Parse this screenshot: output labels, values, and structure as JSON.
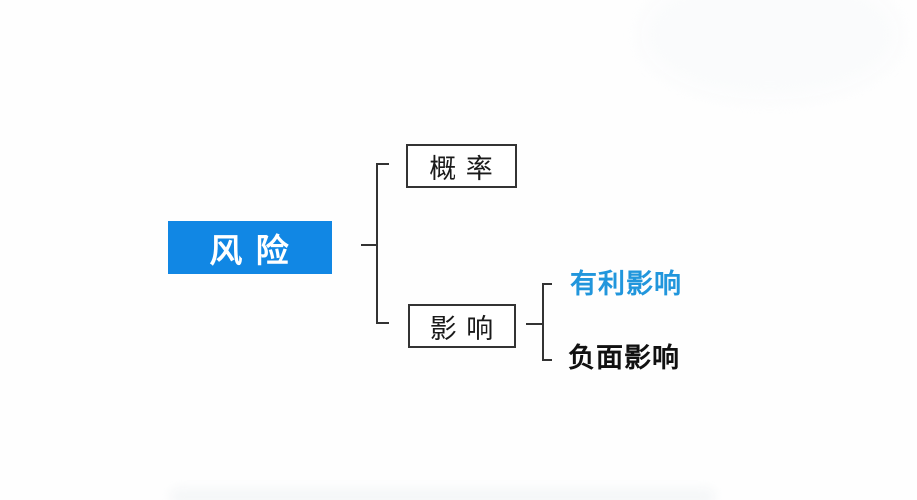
{
  "colors": {
    "root_bg": "#1187E4",
    "root_text": "#FFFFFF",
    "box_border": "#333333",
    "box_text": "#1A1A1A",
    "connector_line": "#333333",
    "favorable_text": "#2196DC",
    "negative_text": "#111111",
    "background": "#FEFEFE"
  },
  "tree": {
    "root": {
      "label": "风 险"
    },
    "children": [
      {
        "label": "概 率"
      },
      {
        "label": "影 响"
      }
    ],
    "impact_children": [
      {
        "label": "有利影响"
      },
      {
        "label": "负面影响"
      }
    ]
  }
}
